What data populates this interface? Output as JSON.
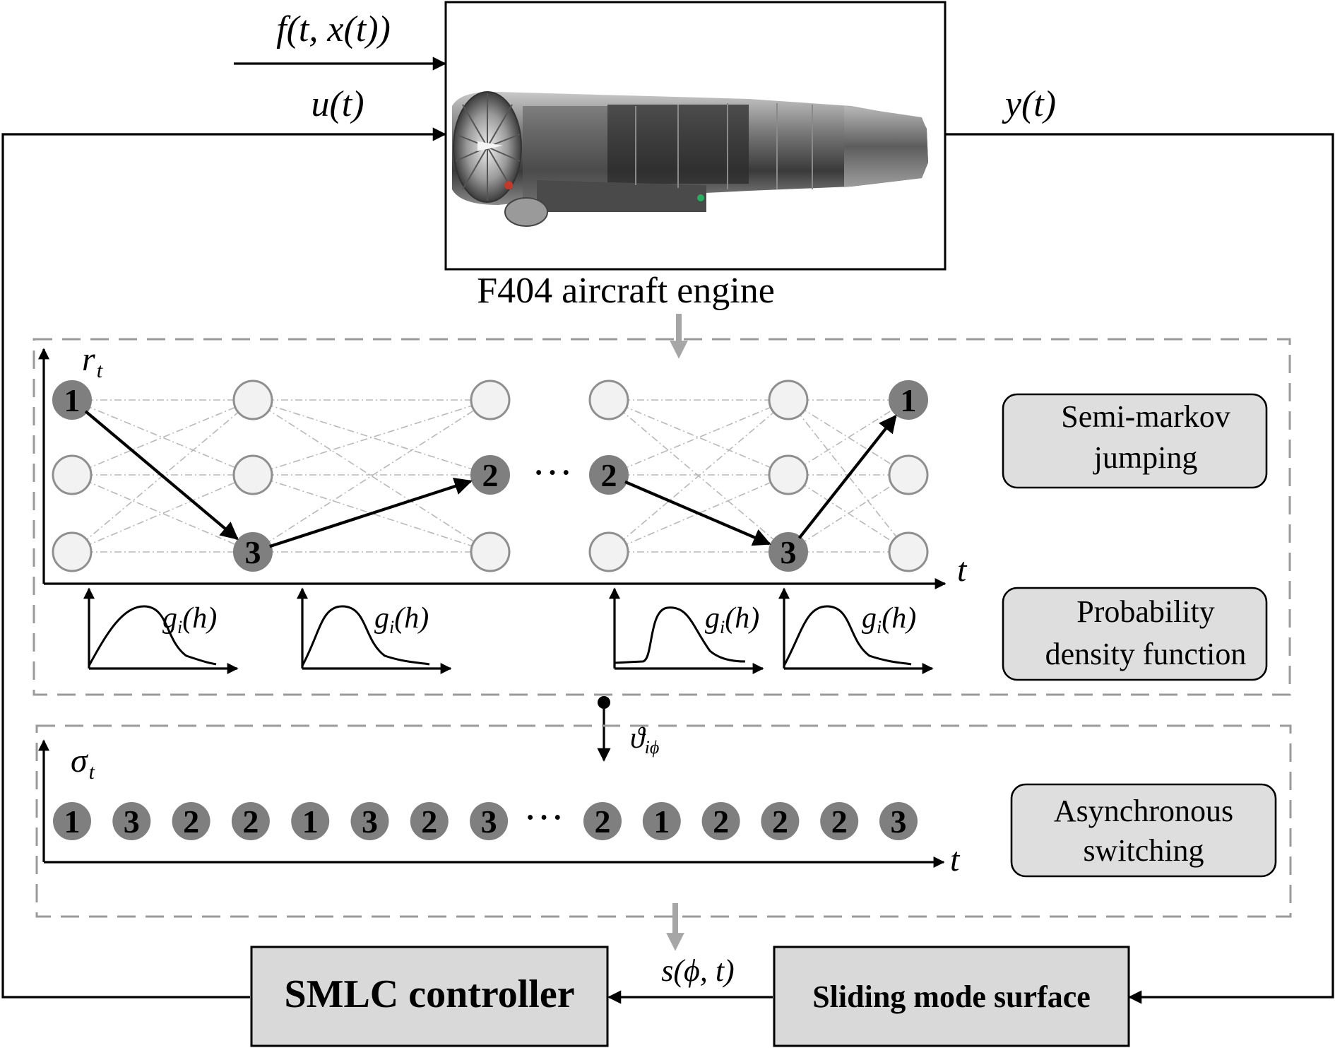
{
  "plant": {
    "input_disturbance": "f(t, x(t))",
    "input_control": "u(t)",
    "output": "y(t)",
    "caption": "F404 aircraft engine",
    "image": "jet-engine-photo"
  },
  "mode_layer": {
    "axis_y_label": "r",
    "axis_y_sub": "t",
    "axis_x_label": "t",
    "ellipsis": "···",
    "jump_nodes": [
      "1",
      "3",
      "2",
      "2",
      "3",
      "1"
    ],
    "pdf_label": "g",
    "pdf_label_sub": "i",
    "pdf_label_arg": "(h)",
    "badge_jumping": [
      "Semi-markov",
      "jumping"
    ],
    "badge_pdf": [
      "Probability",
      "density function"
    ]
  },
  "async_link": {
    "symbol": "ϑ",
    "sub": "iϕ"
  },
  "switch_layer": {
    "axis_y_label": "σ",
    "axis_y_sub": "t",
    "axis_x_label": "t",
    "ellipsis": "···",
    "sequence_left": [
      "1",
      "3",
      "2",
      "2",
      "1",
      "3",
      "2",
      "3"
    ],
    "sequence_right": [
      "2",
      "1",
      "2",
      "2",
      "2",
      "3"
    ],
    "badge": [
      "Asynchronous",
      "switching"
    ]
  },
  "feedback": {
    "surface_signal": "s(ϕ, t)",
    "controller_label": "SMLC controller",
    "surface_label": "Sliding mode surface"
  },
  "colors": {
    "dashed_frame": "#9a9a9a",
    "gray_arrow": "#a6a6a6",
    "active_node": "#7f7f7f",
    "inactive_node": "#f2f2f2",
    "block_fill": "#d9d9d9",
    "badge_fill": "#dedede"
  }
}
